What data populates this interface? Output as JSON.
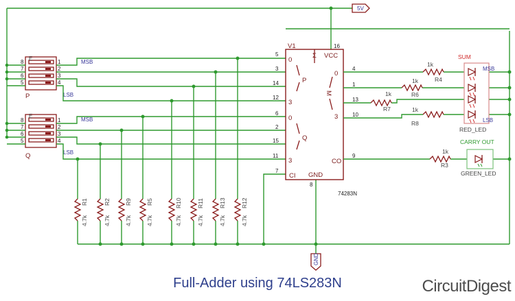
{
  "caption": "Full-Adder using 74LS283N",
  "brand": "CircuitDigest",
  "colors": {
    "wire": "#2f9a2f",
    "component": "#8a1c1c",
    "label": "#3a3a9a",
    "title": "#2e3f8c",
    "red_led": "#d02b2b",
    "green_led": "#2f9a2f"
  },
  "power": {
    "vcc": "5V",
    "gnd": "GND"
  },
  "ic": {
    "part": "74283N",
    "v1": "V1",
    "sigma": "Σ",
    "vcc": "VCC",
    "gnd": "GND",
    "ci": "CI",
    "co": "CO",
    "p": "P",
    "q": "Q",
    "m": "M",
    "zero": "0",
    "three": "3",
    "pin_vcc": "16",
    "pin_gnd": "8",
    "p_pins": [
      "5",
      "3",
      "14",
      "12"
    ],
    "q_pins": [
      "6",
      "2",
      "15",
      "11"
    ],
    "ci_pin": "7",
    "sum_pins": [
      "4",
      "1",
      "13",
      "10"
    ],
    "co_pin": "9"
  },
  "switch_p": {
    "name": "P",
    "msb": "MSB",
    "lsb": "LSB",
    "left_pins": [
      "8",
      "7",
      "6",
      "5"
    ],
    "right_pins": [
      "1",
      "2",
      "3",
      "4"
    ]
  },
  "switch_q": {
    "name": "Q",
    "msb": "MSB",
    "lsb": "LSB",
    "left_pins": [
      "8",
      "7",
      "6",
      "5"
    ],
    "right_pins": [
      "1",
      "2",
      "3",
      "4"
    ]
  },
  "pulldowns": [
    {
      "ref": "R1",
      "value": "4.7k"
    },
    {
      "ref": "R2",
      "value": "4.7k"
    },
    {
      "ref": "R9",
      "value": "4.7k"
    },
    {
      "ref": "R5",
      "value": "4.7k"
    },
    {
      "ref": "R10",
      "value": "4.7k"
    },
    {
      "ref": "R11",
      "value": "4.7k"
    },
    {
      "ref": "R13",
      "value": "4.7k"
    },
    {
      "ref": "R12",
      "value": "4.7k"
    }
  ],
  "sum_resistors": [
    {
      "ref": "R4",
      "value": "1k"
    },
    {
      "ref": "R6",
      "value": "1k"
    },
    {
      "ref": "R7",
      "value": "1k"
    },
    {
      "ref": "R8",
      "value": "1k"
    }
  ],
  "carry_resistor": {
    "ref": "R3",
    "value": "1k"
  },
  "sum_led": {
    "title": "SUM",
    "name": "RED_LED",
    "msb": "MSB",
    "lsb": "LSB"
  },
  "carry_led": {
    "title": "CARRY OUT",
    "name": "GREEN_LED"
  }
}
